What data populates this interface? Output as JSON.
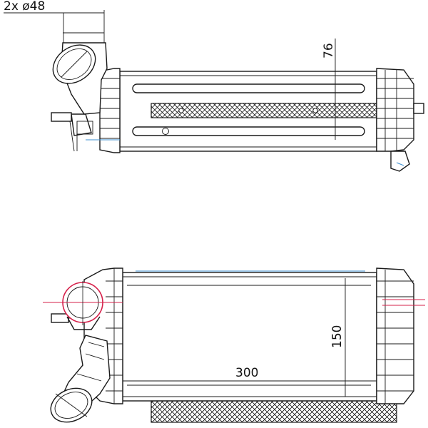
{
  "labels": {
    "diameter": "2x  ø48",
    "depth": "76",
    "height": "150",
    "length": "300"
  },
  "colors": {
    "outline": "#1a1a1a",
    "accent_red": "#d6204a",
    "accent_blue": "#3b8fd0",
    "hatch": "#1a1a1a"
  }
}
